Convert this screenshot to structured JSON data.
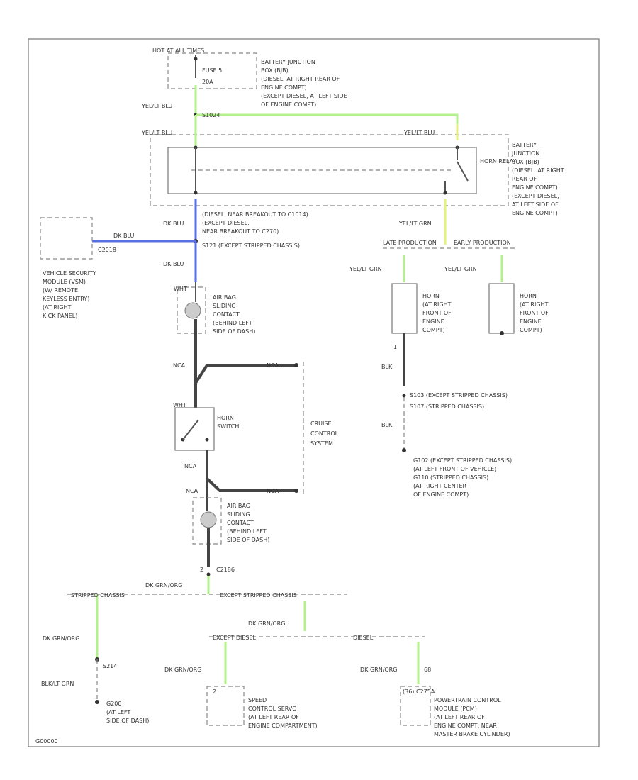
{
  "labels": {
    "hot_at_all_times": "HOT AT ALL TIMES",
    "fuse": "FUSE 5",
    "fuse_amp": "20A",
    "bjb_top_1": "BATTERY JUNCTION",
    "bjb_top_2": "BOX (BJB)",
    "bjb_top_3": "(DIESEL, AT RIGHT REAR OF",
    "bjb_top_4": "ENGINE COMPT)",
    "bjb_top_5": "(EXCEPT DIESEL, AT LEFT SIDE",
    "bjb_top_6": "OF ENGINE COMPT)",
    "yel_blu_1": "YEL/LT BLU",
    "splice_s1024": "S1024",
    "yel_blu_2": "YEL/LT BLU",
    "yel_blu_3": "YEL/LT BLU",
    "horn_relay": "HORN RELAY",
    "bjb_right_1": "BATTERY",
    "bjb_right_2": "JUNCTION",
    "bjb_right_3": "BOX (BJB)",
    "bjb_right_4": "(DIESEL, AT RIGHT",
    "bjb_right_5": "REAR OF",
    "bjb_right_6": "ENGINE COMPT)",
    "bjb_right_7": "(EXCEPT DIESEL,",
    "bjb_right_8": "AT LEFT SIDE OF",
    "bjb_right_9": "ENGINE COMPT)",
    "dk_blu_1": "DK BLU",
    "splice_note_1": "(DIESEL, NEAR BREAKOUT TO C1014)",
    "splice_note_2": "(EXCEPT DIESEL,",
    "splice_note_3": "NEAR BREAKOUT TO C270)",
    "splice_note_4": "S121 (EXCEPT STRIPPED CHASSIS)",
    "dk_blu_2": "DK BLU",
    "c2018": "C2018",
    "vsm_1": "VEHICLE SECURITY",
    "vsm_2": "MODULE (VSM)",
    "vsm_3": "(W/ REMOTE",
    "vsm_4": "KEYLESS ENTRY)",
    "vsm_5": "(AT RIGHT",
    "vsm_6": "KICK PANEL)",
    "dk_blu_3": "DK BLU",
    "yel_grn_1": "YEL/LT GRN",
    "late_production": "LATE PRODUCTION",
    "early_production": "EARLY PRODUCTION",
    "yel_grn_2": "YEL/LT GRN",
    "yel_grn_3": "YEL/LT GRN",
    "horn_late_1": "HORN",
    "horn_late_2": "(AT RIGHT",
    "horn_late_3": "FRONT OF",
    "horn_late_4": "ENGINE",
    "horn_late_5": "COMPT)",
    "horn_early_1": "HORN",
    "horn_early_2": "(AT RIGHT",
    "horn_early_3": "FRONT OF",
    "horn_early_4": "ENGINE",
    "horn_early_5": "COMPT)",
    "wht_1": "WHT",
    "air_bag_top_1": "AIR BAG",
    "air_bag_top_2": "SLIDING",
    "air_bag_top_3": "CONTACT",
    "air_bag_top_4": "(BEHIND LEFT",
    "air_bag_top_5": "SIDE OF DASH)",
    "pin_1": "1",
    "blk_1": "BLK",
    "nca_1": "NCA",
    "nca_2": "NCA",
    "horn_switch_1": "HORN",
    "horn_switch_2": "SWITCH",
    "wht_2": "WHT",
    "cruise_1": "CRUISE",
    "cruise_2": "CONTROL",
    "cruise_3": "SYSTEM",
    "splice_s103": "S103 (EXCEPT STRIPPED CHASSIS)",
    "splice_s107": "S107 (STRIPPED CHASSIS)",
    "blk_2": "BLK",
    "ground_1": "G102 (EXCEPT STRIPPED CHASSIS)",
    "ground_2": "(AT LEFT FRONT OF VEHICLE)",
    "ground_3": "G110 (STRIPPED CHASSIS)",
    "ground_4": "(AT RIGHT CENTER",
    "ground_5": "OF ENGINE COMPT)",
    "nca_3": "NCA",
    "nca_4": "NCA",
    "nca_5": "NCA",
    "air_bag_bot_1": "AIR BAG",
    "air_bag_bot_2": "SLIDING",
    "air_bag_bot_3": "CONTACT",
    "air_bag_bot_4": "(BEHIND LEFT",
    "air_bag_bot_5": "SIDE OF DASH)",
    "pin_2": "2",
    "c2186": "C2186",
    "dk_grn_org_1": "DK GRN/ORG",
    "stripped_chassis": "STRIPPED CHASSIS",
    "except_stripped_chassis": "EXCEPT STRIPPED CHASSIS",
    "dk_grn_org_2": "DK GRN/ORG",
    "dk_grn_org_3": "DK GRN/ORG",
    "except_diesel": "EXCEPT DIESEL",
    "diesel": "DIESEL",
    "dk_grn_org_4": "DK GRN/ORG",
    "dk_grn_org_5": "DK GRN/ORG",
    "pin_68": "68",
    "splice_s214": "S214",
    "blk_lt_grn": "BLK/LT GRN",
    "pin_2b": "2",
    "scs_1": "SPEED",
    "scs_2": "CONTROL SERVO",
    "scs_3": "(AT LEFT REAR OF",
    "scs_4": "ENGINE COMPARTMENT)",
    "pcm_pin": "(36) C275A",
    "pcm_1": "POWERTRAIN CONTROL",
    "pcm_2": "MODULE (PCM)",
    "pcm_3": "(AT LEFT REAR OF",
    "pcm_4": "ENGINE COMPT, NEAR",
    "pcm_5": "MASTER BRAKE CYLINDER)",
    "ground_g200_1": "G200",
    "ground_g200_2": "(AT LEFT",
    "ground_g200_3": "SIDE OF DASH)",
    "footer_id": "G00000"
  },
  "colors": {
    "wire_blue": "#5a6fe0",
    "wire_green": "#b4f08c",
    "wire_yellow": "#e6f07a"
  }
}
